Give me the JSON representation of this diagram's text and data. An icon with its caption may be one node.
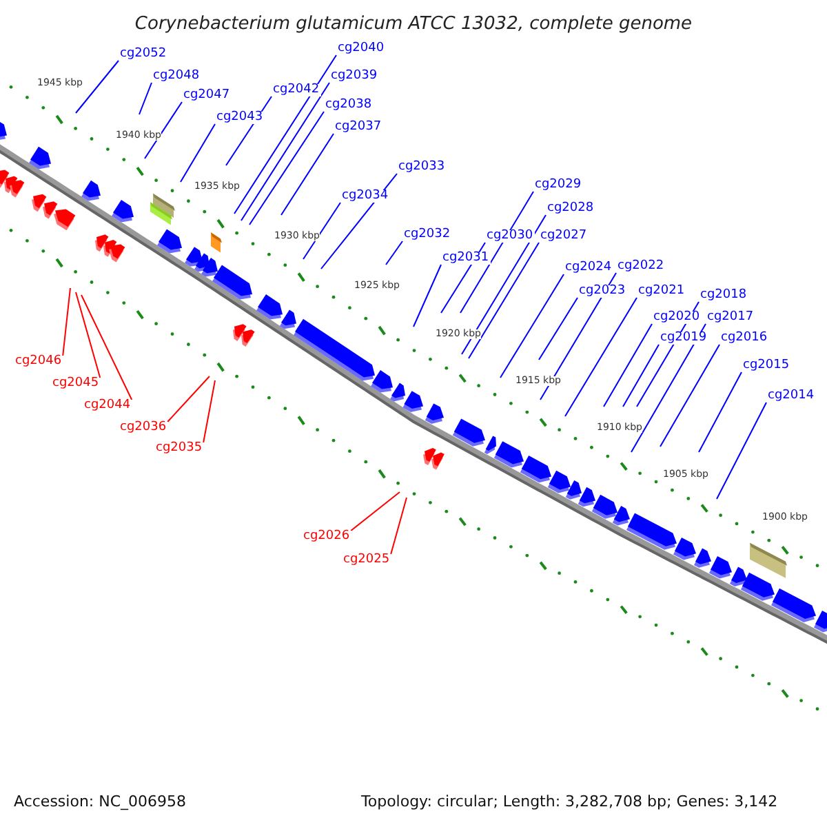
{
  "diagram": {
    "title": "Corynebacterium glutamicum ATCC 13032, complete genome",
    "nodes": [
      {
        "text": [
          "cg2052"
        ]
      },
      {
        "text": [
          "cg2048"
        ]
      },
      {
        "text": [
          "cg2047"
        ]
      },
      {
        "text": [
          "cg2043"
        ]
      },
      {
        "text": [
          "cg2042"
        ]
      },
      {
        "text": [
          "cg2040"
        ]
      },
      {
        "text": [
          "cg2039"
        ]
      },
      {
        "text": [
          "cg2038"
        ]
      },
      {
        "text": [
          "cg2037"
        ]
      },
      {
        "text": [
          "cg2034"
        ]
      },
      {
        "text": [
          "cg2033"
        ]
      },
      {
        "text": [
          "cg2032"
        ]
      },
      {
        "text": [
          "cg2031"
        ]
      },
      {
        "text": [
          "cg2030"
        ]
      },
      {
        "text": [
          "cg2029"
        ]
      },
      {
        "text": [
          "cg2028"
        ]
      },
      {
        "text": [
          "cg2027"
        ]
      },
      {
        "text": [
          "cg2024"
        ]
      },
      {
        "text": [
          "cg2022"
        ]
      },
      {
        "text": [
          "cg2023"
        ]
      },
      {
        "text": [
          "cg2021"
        ]
      },
      {
        "text": [
          "cg2020"
        ]
      },
      {
        "text": [
          "cg2019"
        ]
      },
      {
        "text": [
          "cg2018"
        ]
      },
      {
        "text": [
          "cg2017"
        ]
      },
      {
        "text": [
          "cg2016"
        ]
      },
      {
        "text": [
          "cg2015"
        ]
      },
      {
        "text": [
          "cg2014"
        ]
      },
      {
        "text": [
          "cg2046"
        ]
      },
      {
        "text": [
          "cg2045"
        ]
      },
      {
        "text": [
          "cg2044"
        ]
      },
      {
        "text": [
          "cg2036"
        ]
      },
      {
        "text": [
          "cg2035"
        ]
      },
      {
        "text": [
          "cg2026"
        ]
      },
      {
        "text": [
          "cg2025"
        ]
      }
    ],
    "edges": [
      {
        "from": 0,
        "to": null,
        "arrow": "none"
      },
      {
        "from": 1,
        "to": null,
        "arrow": "none"
      },
      {
        "from": 2,
        "to": null,
        "arrow": "none"
      },
      {
        "from": 3,
        "to": null,
        "arrow": "none"
      },
      {
        "from": 4,
        "to": null,
        "arrow": "none"
      },
      {
        "from": 5,
        "to": null,
        "arrow": "none"
      },
      {
        "from": 6,
        "to": null,
        "arrow": "none"
      },
      {
        "from": 7,
        "to": null,
        "arrow": "none"
      },
      {
        "from": 8,
        "to": null,
        "arrow": "none"
      },
      {
        "from": 9,
        "to": null,
        "arrow": "none"
      },
      {
        "from": 10,
        "to": null,
        "arrow": "none"
      },
      {
        "from": 11,
        "to": null,
        "arrow": "none"
      },
      {
        "from": 12,
        "to": null,
        "arrow": "none"
      },
      {
        "from": 13,
        "to": null,
        "arrow": "none"
      },
      {
        "from": 14,
        "to": null,
        "arrow": "none"
      },
      {
        "from": 15,
        "to": null,
        "arrow": "none"
      },
      {
        "from": 16,
        "to": null,
        "arrow": "none"
      },
      {
        "from": 17,
        "to": null,
        "arrow": "none"
      },
      {
        "from": 18,
        "to": null,
        "arrow": "none"
      },
      {
        "from": 19,
        "to": null,
        "arrow": "none"
      },
      {
        "from": 20,
        "to": null,
        "arrow": "none"
      },
      {
        "from": 21,
        "to": null,
        "arrow": "none"
      },
      {
        "from": 22,
        "to": null,
        "arrow": "none"
      },
      {
        "from": 23,
        "to": null,
        "arrow": "none"
      },
      {
        "from": 24,
        "to": null,
        "arrow": "none"
      },
      {
        "from": 25,
        "to": null,
        "arrow": "none"
      },
      {
        "from": 26,
        "to": null,
        "arrow": "none"
      },
      {
        "from": 27,
        "to": null,
        "arrow": "none"
      },
      {
        "from": 28,
        "to": null,
        "arrow": "none",
        "color": "#ff0000"
      },
      {
        "from": 29,
        "to": null,
        "arrow": "none",
        "color": "#ff0000"
      },
      {
        "from": 30,
        "to": null,
        "arrow": "none",
        "color": "#ff0000"
      },
      {
        "from": 31,
        "to": null,
        "arrow": "none",
        "color": "#ff0000"
      },
      {
        "from": 32,
        "to": null,
        "arrow": "none",
        "color": "#ff0000"
      },
      {
        "from": 33,
        "to": null,
        "arrow": "none",
        "color": "#ff0000"
      },
      {
        "from": 34,
        "to": null,
        "arrow": "none",
        "color": "#ff0000"
      }
    ],
    "labels": [
      "1945 kbp",
      "1940 kbp",
      "1935 kbp",
      "1930 kbp",
      "1925 kbp",
      "1920 kbp",
      "1915 kbp",
      "1910 kbp",
      "1905 kbp",
      "1900 kbp",
      "Accession: NC_006958",
      "Topology: circular; Length: 3,282,708 bp; Genes: 3,142"
    ]
  }
}
